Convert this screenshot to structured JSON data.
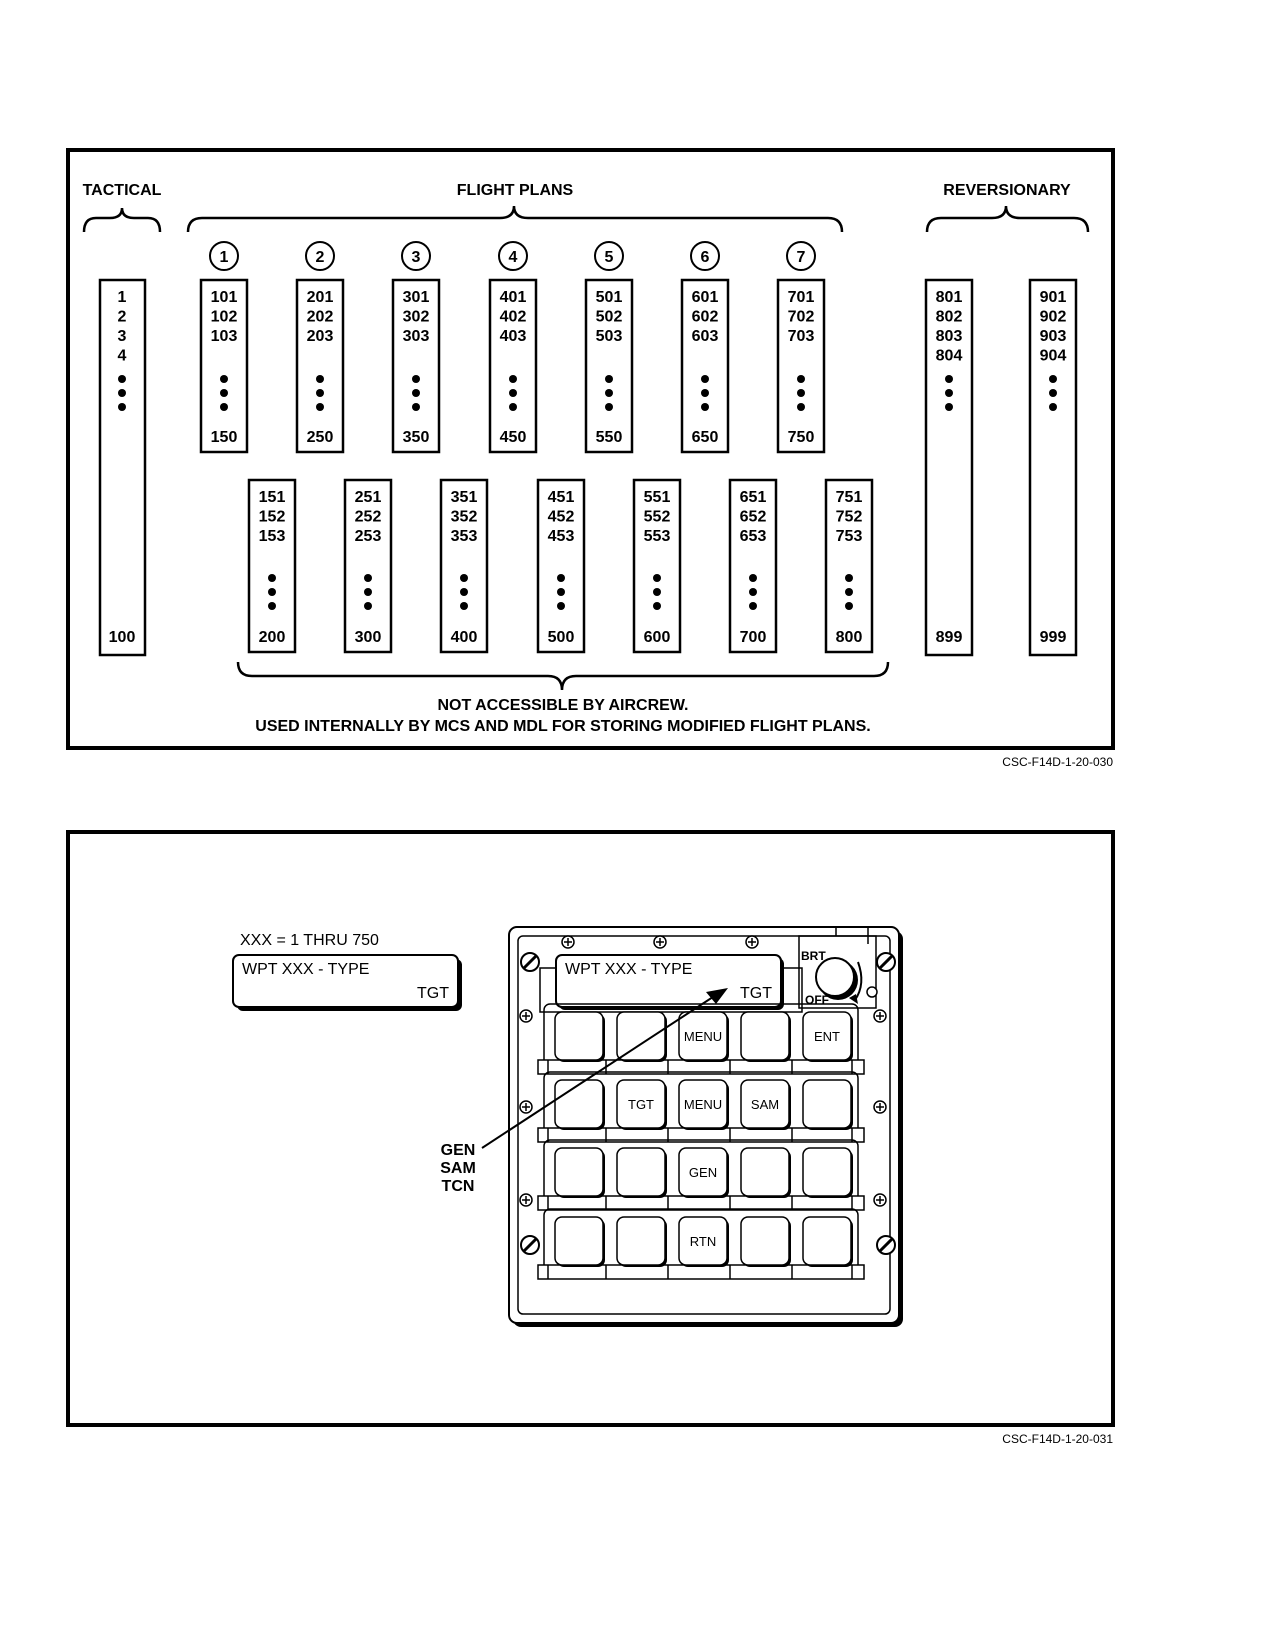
{
  "fig1": {
    "labels": {
      "tactical": "TACTICAL",
      "flight_plans": "FLIGHT PLANS",
      "reversionary": "REVERSIONARY",
      "note_line1": "NOT ACCESSIBLE BY AIRCREW.",
      "note_line2": "USED INTERNALLY BY MCS AND MDL FOR STORING MODIFIED FLIGHT PLANS."
    },
    "plan_numbers": [
      "1",
      "2",
      "3",
      "4",
      "5",
      "6",
      "7"
    ],
    "tactical_column": {
      "top": [
        "1",
        "2",
        "3",
        "4"
      ],
      "bottom": "100"
    },
    "plan_upper_columns": [
      {
        "top": [
          "101",
          "102",
          "103"
        ],
        "bottom": "150"
      },
      {
        "top": [
          "201",
          "202",
          "203"
        ],
        "bottom": "250"
      },
      {
        "top": [
          "301",
          "302",
          "303"
        ],
        "bottom": "350"
      },
      {
        "top": [
          "401",
          "402",
          "403"
        ],
        "bottom": "450"
      },
      {
        "top": [
          "501",
          "502",
          "503"
        ],
        "bottom": "550"
      },
      {
        "top": [
          "601",
          "602",
          "603"
        ],
        "bottom": "650"
      },
      {
        "top": [
          "701",
          "702",
          "703"
        ],
        "bottom": "750"
      }
    ],
    "plan_lower_columns": [
      {
        "top": [
          "151",
          "152",
          "153"
        ],
        "bottom": "200"
      },
      {
        "top": [
          "251",
          "252",
          "253"
        ],
        "bottom": "300"
      },
      {
        "top": [
          "351",
          "352",
          "353"
        ],
        "bottom": "400"
      },
      {
        "top": [
          "451",
          "452",
          "453"
        ],
        "bottom": "500"
      },
      {
        "top": [
          "551",
          "552",
          "553"
        ],
        "bottom": "600"
      },
      {
        "top": [
          "651",
          "652",
          "653"
        ],
        "bottom": "700"
      },
      {
        "top": [
          "751",
          "752",
          "753"
        ],
        "bottom": "800"
      }
    ],
    "reversionary_columns": [
      {
        "top": [
          "801",
          "802",
          "803",
          "804"
        ],
        "bottom": "899"
      },
      {
        "top": [
          "901",
          "902",
          "903",
          "904"
        ],
        "bottom": "999"
      }
    ],
    "figure_id": "CSC-F14D-1-20-030"
  },
  "fig2": {
    "range_note": "XXX = 1 THRU 750",
    "display_line1": "WPT XXX - TYPE",
    "display_line2": "TGT",
    "panel_display_line1": "WPT XXX - TYPE",
    "panel_display_line2": "TGT",
    "knob_labels": {
      "brt": "BRT",
      "off": "OFF"
    },
    "callout": [
      "GEN",
      "SAM",
      "TCN"
    ],
    "keys": [
      [
        "",
        "",
        "MENU",
        "",
        "ENT"
      ],
      [
        "",
        "TGT",
        "MENU",
        "SAM",
        ""
      ],
      [
        "",
        "",
        "GEN",
        "",
        ""
      ],
      [
        "",
        "",
        "RTN",
        "",
        ""
      ]
    ],
    "figure_id": "CSC-F14D-1-20-031"
  }
}
